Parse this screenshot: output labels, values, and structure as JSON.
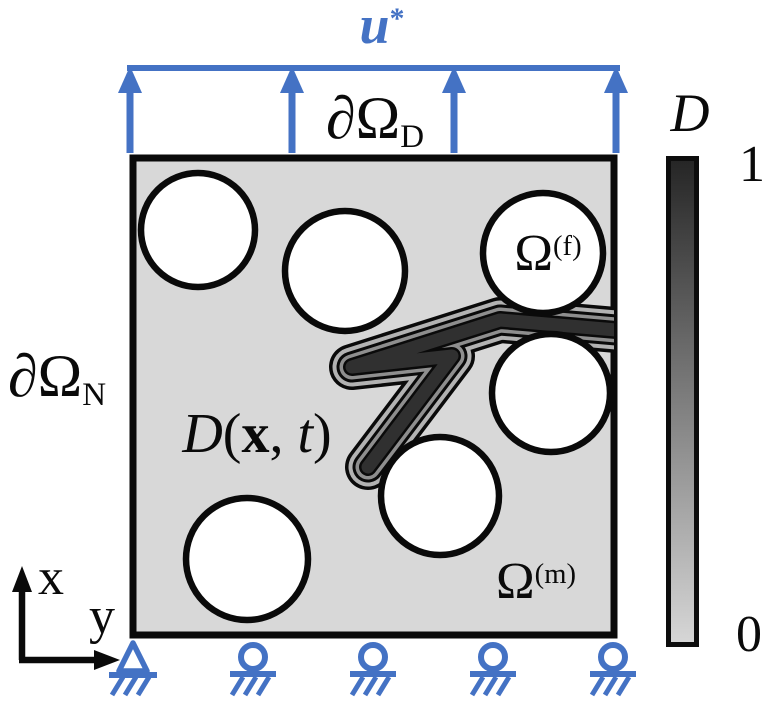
{
  "figure": {
    "description": "Schematic of a fiber-reinforced square domain with damage field contours, prescribed displacement on top boundary, roller supports on bottom"
  },
  "labels": {
    "load": {
      "base": "u",
      "sup": "*"
    },
    "dirichlet_boundary": {
      "base": "∂Ω",
      "sub": "D"
    },
    "neumann_boundary": {
      "base": "∂Ω",
      "sub": "N"
    },
    "fiber_domain": {
      "base": "Ω",
      "sup": "(f)"
    },
    "matrix_domain": {
      "base": "Ω",
      "sup": "(m)"
    },
    "damage_field": {
      "d": "D",
      "open": "(",
      "x": "x",
      "sep": ", ",
      "t": "t",
      "close": ")"
    },
    "axis_x": "x",
    "axis_y": "y"
  },
  "colorbar": {
    "title": "D",
    "max": "1",
    "min": "0"
  },
  "counts": {
    "fibers": 6,
    "load_arrows": 4,
    "supports": 5,
    "damage_contour_levels": 3
  },
  "icons": {
    "load_arrow": "up-arrow-icon",
    "pin_support": "pin-support-icon",
    "roller_support": "roller-support-icon",
    "axes": "xy-axes-icon"
  },
  "colors": {
    "accent_blue": "#4472C4",
    "matrix_gray": "#d8d8d8",
    "contour_light": "#b2b2b2",
    "contour_mid": "#8e8e8e",
    "contour_dark": "#303030",
    "cb_top": "#262626",
    "cb_bottom": "#d6d6d6",
    "ink": "#0a0a0a"
  }
}
